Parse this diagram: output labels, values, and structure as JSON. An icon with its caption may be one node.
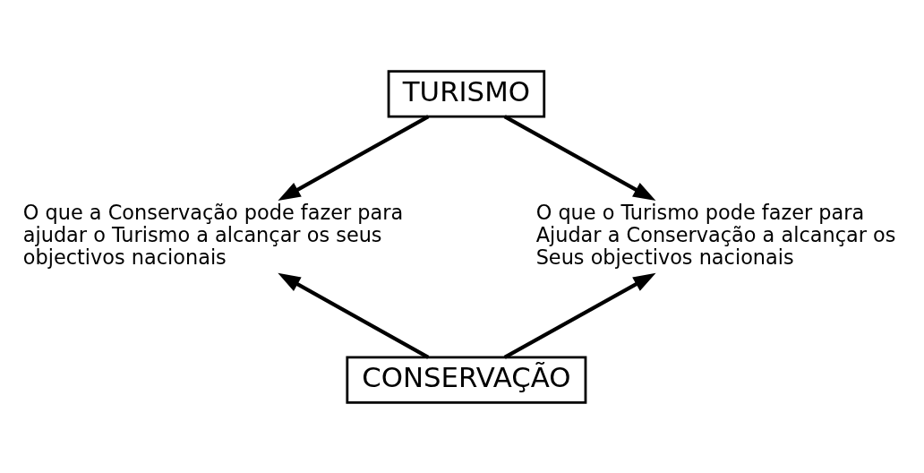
{
  "diagram": {
    "nodes": [
      {
        "text": [
          "TURISMO"
        ]
      },
      {
        "text": [
          "O que a Conservação pode fazer para ajudar o Turismo a alcançar os seus objectivos nacionais"
        ]
      },
      {
        "text": [
          "O que o Turismo pode fazer para Ajudar a Conservação a alcançar os Seus objectivos nacionais"
        ]
      },
      {
        "text": [
          "CONSERVAÇÃO"
        ]
      }
    ],
    "edges": [
      {
        "from": 0,
        "to": 1,
        "arrow": "to"
      },
      {
        "from": 0,
        "to": 2,
        "arrow": "to"
      },
      {
        "from": 3,
        "to": 1,
        "arrow": "to"
      },
      {
        "from": 3,
        "to": 2,
        "arrow": "to"
      }
    ]
  }
}
